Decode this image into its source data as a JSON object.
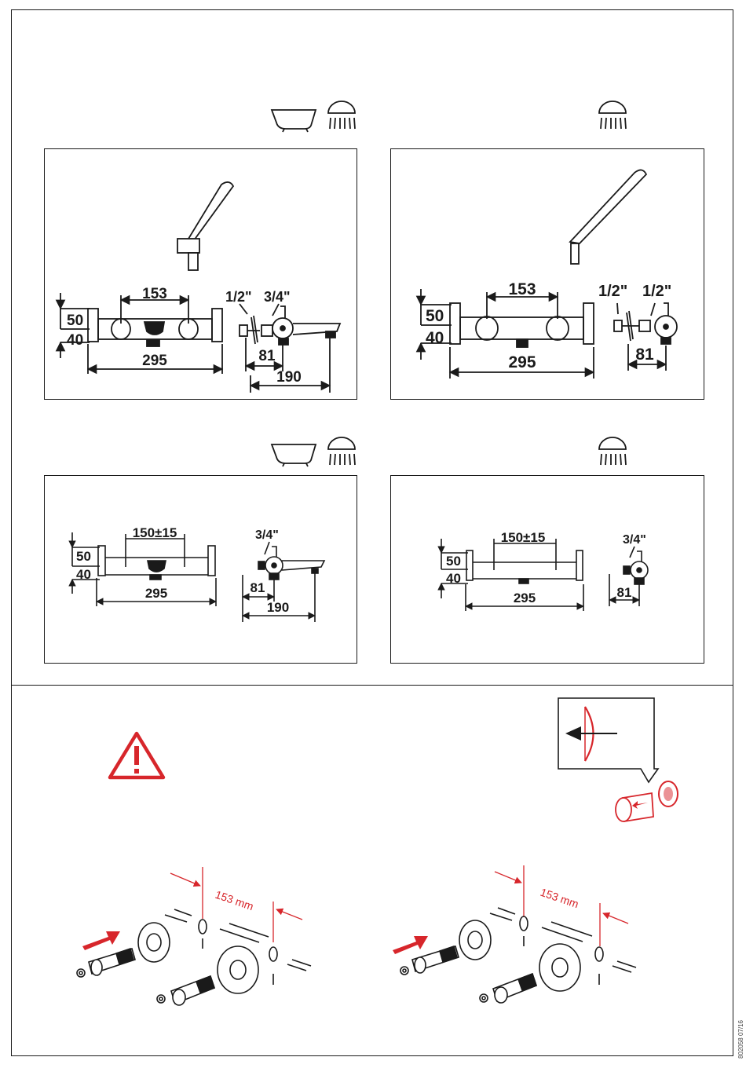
{
  "panels": {
    "top_left": {
      "icons": [
        "bathtub-icon",
        "shower-icon"
      ],
      "dim_150": "153",
      "dim_50": "50",
      "dim_40": "40",
      "dim_295": "295",
      "thread_left": "1/2\"",
      "thread_right": "3/4\"",
      "dim_81": "81",
      "dim_190": "190"
    },
    "top_right": {
      "icons": [
        "shower-icon"
      ],
      "dim_150": "153",
      "dim_50": "50",
      "dim_40": "40",
      "dim_295": "295",
      "thread_left": "1/2\"",
      "thread_right": "1/2\"",
      "dim_81": "81"
    },
    "bottom_left": {
      "icons": [
        "bathtub-icon",
        "shower-icon"
      ],
      "dim_150": "150±15",
      "dim_50": "50",
      "dim_40": "40",
      "dim_295": "295",
      "thread_right": "3/4\"",
      "dim_81": "81",
      "dim_190": "190"
    },
    "bottom_right": {
      "icons": [
        "shower-icon"
      ],
      "dim_150": "150±15",
      "dim_50": "50",
      "dim_40": "40",
      "dim_295": "295",
      "thread_right": "3/4\"",
      "dim_81": "81"
    }
  },
  "install": {
    "left_distance": "153 mm",
    "right_distance": "153 mm",
    "warning_icon": "warning-triangle-icon",
    "callout_icon": "filter-removal-icon"
  },
  "document_number": "802058 07/16",
  "colors": {
    "line": "#1a1a1a",
    "accent": "#d7262b"
  }
}
